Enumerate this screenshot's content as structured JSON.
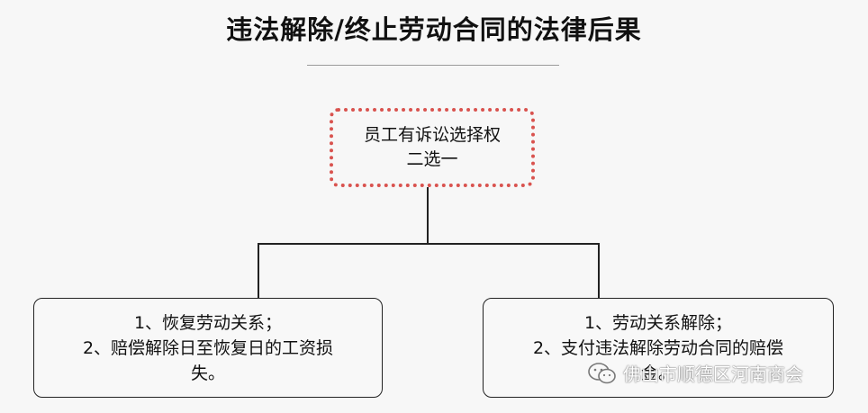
{
  "title": "违法解除/终止劳动合同的法律后果",
  "root": {
    "line1": "员工有诉讼选择权",
    "line2": "二选一"
  },
  "children": [
    {
      "line1": "1、恢复劳动关系；",
      "line2": "2、赔偿解除日至恢复日的工资损",
      "line3": "失。"
    },
    {
      "line1": "1、劳动关系解除；",
      "line2": "2、支付违法解除劳动合同的赔偿",
      "line3": "金。"
    }
  ],
  "watermark": {
    "icon": "wechat-icon",
    "text": "佛山市顺德区河南商会"
  },
  "colors": {
    "root_border": "#d9534f",
    "line": "#222222"
  }
}
